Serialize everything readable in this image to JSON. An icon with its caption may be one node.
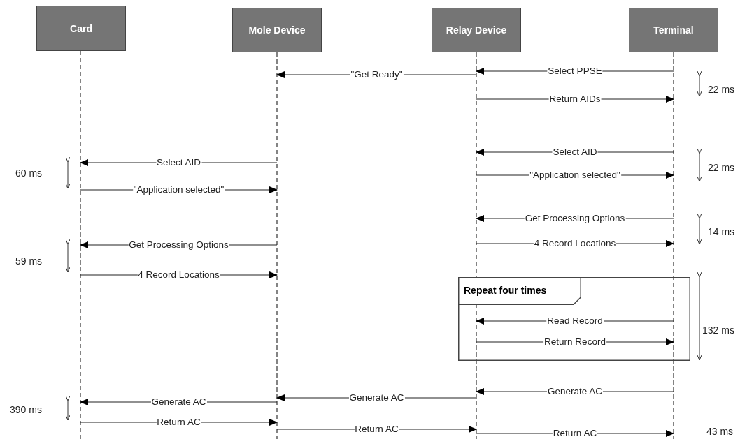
{
  "diagram": {
    "nodes": [
      {
        "text": [
          "Card"
        ]
      },
      {
        "text": [
          "Mole Device"
        ]
      },
      {
        "text": [
          "Relay Device"
        ]
      },
      {
        "text": [
          "Terminal"
        ]
      },
      {
        "text": [
          "Repeat four times"
        ]
      }
    ],
    "edges": [
      {
        "from": 3,
        "to": 2,
        "arrow": "to",
        "label": "Select PPSE"
      },
      {
        "from": 2,
        "to": 1,
        "arrow": "to",
        "label": "\"Get Ready\""
      },
      {
        "from": 2,
        "to": 3,
        "arrow": "to",
        "label": "Return AIDs"
      },
      {
        "from": 3,
        "to": 2,
        "arrow": "to",
        "label": "Select AID"
      },
      {
        "from": 1,
        "to": 0,
        "arrow": "to",
        "label": "Select AID"
      },
      {
        "from": 2,
        "to": 3,
        "arrow": "to",
        "label": "\"Application selected\""
      },
      {
        "from": 0,
        "to": 1,
        "arrow": "to",
        "label": "\"Application selected\""
      },
      {
        "from": 3,
        "to": 2,
        "arrow": "to",
        "label": "Get Processing Options"
      },
      {
        "from": 2,
        "to": 3,
        "arrow": "to",
        "label": "4 Record Locations"
      },
      {
        "from": 1,
        "to": 0,
        "arrow": "to",
        "label": "Get Processing Options"
      },
      {
        "from": 0,
        "to": 1,
        "arrow": "to",
        "label": "4 Record Locations"
      },
      {
        "from": 3,
        "to": 2,
        "arrow": "to",
        "label": "Read Record"
      },
      {
        "from": 2,
        "to": 3,
        "arrow": "to",
        "label": "Return Record"
      },
      {
        "from": 3,
        "to": 2,
        "arrow": "to",
        "label": "Generate AC"
      },
      {
        "from": 2,
        "to": 1,
        "arrow": "to",
        "label": "Generate AC"
      },
      {
        "from": 1,
        "to": 0,
        "arrow": "to",
        "label": "Generate AC"
      },
      {
        "from": 0,
        "to": 1,
        "arrow": "to",
        "label": "Return AC"
      },
      {
        "from": 1,
        "to": 2,
        "arrow": "to",
        "label": "Return AC"
      },
      {
        "from": 2,
        "to": 3,
        "arrow": "to",
        "label": "Return AC"
      }
    ],
    "labels": [
      "22 ms",
      "22 ms",
      "60 ms",
      "14 ms",
      "59 ms",
      "132 ms",
      "390 ms",
      "43 ms"
    ]
  }
}
